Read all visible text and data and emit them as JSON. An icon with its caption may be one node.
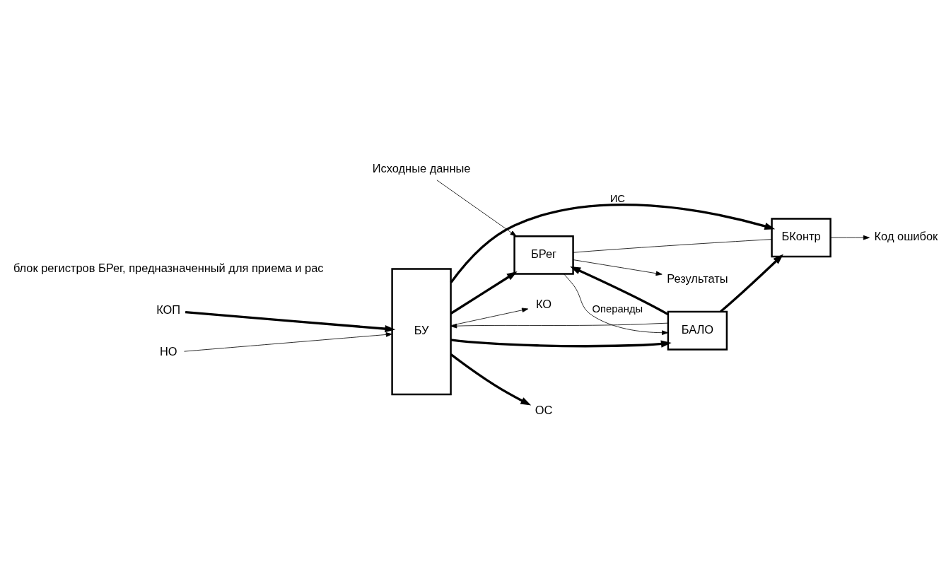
{
  "diagram": {
    "nodes": [
      {
        "text": [
          "БУ"
        ]
      },
      {
        "text": [
          "БРег"
        ]
      },
      {
        "text": [
          "БКонтр"
        ]
      },
      {
        "text": [
          "БАЛО"
        ]
      },
      {
        "text": [
          "КОП"
        ]
      },
      {
        "text": [
          "НО"
        ]
      },
      {
        "text": [
          "КО"
        ]
      },
      {
        "text": [
          "ОС"
        ]
      },
      {
        "text": [
          "Исходные данные"
        ]
      },
      {
        "text": [
          "Результаты"
        ]
      },
      {
        "text": [
          "Код ошибок"
        ]
      }
    ],
    "edges": [
      {
        "from": 4,
        "to": 0,
        "arrow": "to",
        "style": "thick"
      },
      {
        "from": 5,
        "to": 0,
        "arrow": "to"
      },
      {
        "from": 0,
        "to": 6,
        "arrow": "to"
      },
      {
        "from": 0,
        "to": 7,
        "arrow": "to",
        "style": "thick"
      },
      {
        "from": 8,
        "to": 1,
        "arrow": "to"
      },
      {
        "from": 1,
        "to": 9,
        "arrow": "to"
      },
      {
        "from": 0,
        "to": 2,
        "arrow": "to",
        "label": "ИС",
        "style": "thick"
      },
      {
        "from": 0,
        "to": 1,
        "arrow": "to",
        "style": "thick"
      },
      {
        "from": 0,
        "to": 3,
        "arrow": "to",
        "style": "thick"
      },
      {
        "from": 1,
        "to": 2,
        "arrow": "none"
      },
      {
        "from": 1,
        "to": 3,
        "arrow": "to",
        "label": "Операнды"
      },
      {
        "from": 3,
        "to": 0,
        "arrow": "to"
      },
      {
        "from": 3,
        "to": 1,
        "arrow": "to",
        "style": "thick"
      },
      {
        "from": 3,
        "to": 2,
        "arrow": "to",
        "style": "thick"
      },
      {
        "from": 2,
        "to": 10,
        "arrow": "to"
      }
    ],
    "labels": [
      "блок регистров БРег, предназначенный для приема и рас"
    ]
  }
}
